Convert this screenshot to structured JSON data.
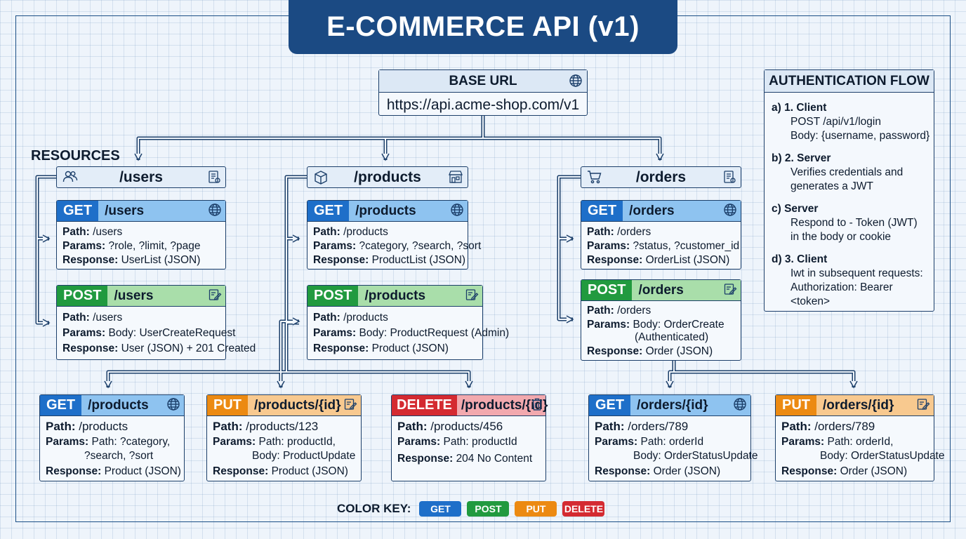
{
  "title": "E-COMMERCE API (v1)",
  "base_url": {
    "label": "BASE URL",
    "url": "https://api.acme-shop.com/v1",
    "icon": "globe-icon"
  },
  "resources_label": "RESOURCES",
  "resources": [
    {
      "path": "/users",
      "left_icon": "users-icon",
      "right_icon": "document-icon"
    },
    {
      "path": "/products",
      "left_icon": "box-icon",
      "right_icon": "store-icon"
    },
    {
      "path": "/orders",
      "left_icon": "cart-icon",
      "right_icon": "document-icon"
    }
  ],
  "endpoints": {
    "users_get": {
      "method": "GET",
      "path": "/users",
      "path_label": "Path:",
      "path_value": "/users",
      "params_label": "Params:",
      "params_value": "?role, ?limit, ?page",
      "response_label": "Response:",
      "response_value": "UserList (JSON)"
    },
    "users_post": {
      "method": "POST",
      "path": "/users",
      "path_label": "Path:",
      "path_value": "/users",
      "params_label": "Params:",
      "params_value": "Body: UserCreateRequest",
      "response_label": "Response:",
      "response_value": "User (JSON) + 201 Created"
    },
    "products_get": {
      "method": "GET",
      "path": "/products",
      "path_label": "Path:",
      "path_value": "/products",
      "params_label": "Params:",
      "params_value": "?category, ?search, ?sort",
      "response_label": "Response:",
      "response_value": "ProductList (JSON)"
    },
    "products_post": {
      "method": "POST",
      "path": "/products",
      "path_label": "Path:",
      "path_value": "/products",
      "params_label": "Params:",
      "params_value": "Body: ProductRequest (Admin)",
      "response_label": "Response:",
      "response_value": "Product (JSON)"
    },
    "orders_get": {
      "method": "GET",
      "path": "/orders",
      "path_label": "Path:",
      "path_value": "/orders",
      "params_label": "Params:",
      "params_value": "?status, ?customer_id",
      "response_label": "Response:",
      "response_value": "OrderList (JSON)"
    },
    "orders_post": {
      "method": "POST",
      "path": "/orders",
      "path_label": "Path:",
      "path_value": "/orders",
      "params_label": "Params:",
      "params_value": "Body: OrderCreate",
      "params_cont": "(Authenticated)",
      "response_label": "Response:",
      "response_value": "Order (JSON)"
    },
    "b_get_products": {
      "method": "GET",
      "path": "/products",
      "path_label": "Path:",
      "path_value": "/products",
      "params_label": "Params:",
      "params_value": "Path: ?category,",
      "params_cont": "?search, ?sort",
      "response_label": "Response:",
      "response_value": "Product (JSON)"
    },
    "b_put_products": {
      "method": "PUT",
      "path": "/products/{id}",
      "path_label": "Path:",
      "path_value": "/products/123",
      "params_label": "Params:",
      "params_value": "Path: productId,",
      "params_cont": "Body: ProductUpdate",
      "response_label": "Response:",
      "response_value": "Product (JSON)"
    },
    "b_delete_products": {
      "method": "DELETE",
      "path": "/products/{id}",
      "path_label": "Path:",
      "path_value": "/products/456",
      "params_label": "Params:",
      "params_value": "Path: productId",
      "response_label": "Response:",
      "response_value": "204 No Content"
    },
    "b_get_orders": {
      "method": "GET",
      "path": "/orders/{id}",
      "path_label": "Path:",
      "path_value": "/orders/789",
      "params_label": "Params:",
      "params_value": "Path: orderId",
      "params_cont": "Body: OrderStatusUpdate",
      "response_label": "Response:",
      "response_value": "Order (JSON)"
    },
    "b_put_orders": {
      "method": "PUT",
      "path": "/orders/{id}",
      "path_label": "Path:",
      "path_value": "/orders/789",
      "params_label": "Params:",
      "params_value": "Path: orderId,",
      "params_cont": "Body: OrderStatusUpdate",
      "response_label": "Response:",
      "response_value": "Order (JSON)"
    }
  },
  "auth": {
    "title": "AUTHENTICATION FLOW",
    "steps": [
      {
        "label": "a) 1. Client",
        "lines": [
          "POST /api/v1/login",
          "Body: {username, password}"
        ]
      },
      {
        "label": "b) 2. Server",
        "lines": [
          "Verifies credentials and",
          "generates a JWT"
        ]
      },
      {
        "label": "c) Server",
        "lines": [
          "Respond to - Token (JWT)",
          "in the body or cookie"
        ]
      },
      {
        "label": "d) 3. Client",
        "lines": [
          "Iwt in subsequent requests:",
          "Authorization: Bearer <token>"
        ]
      }
    ]
  },
  "color_key": {
    "label": "COLOR KEY:",
    "items": [
      {
        "name": "GET",
        "color": "#1e6fc9"
      },
      {
        "name": "POST",
        "color": "#219a3f"
      },
      {
        "name": "PUT",
        "color": "#ec8a12"
      },
      {
        "name": "DELETE",
        "color": "#d42a31"
      }
    ]
  }
}
